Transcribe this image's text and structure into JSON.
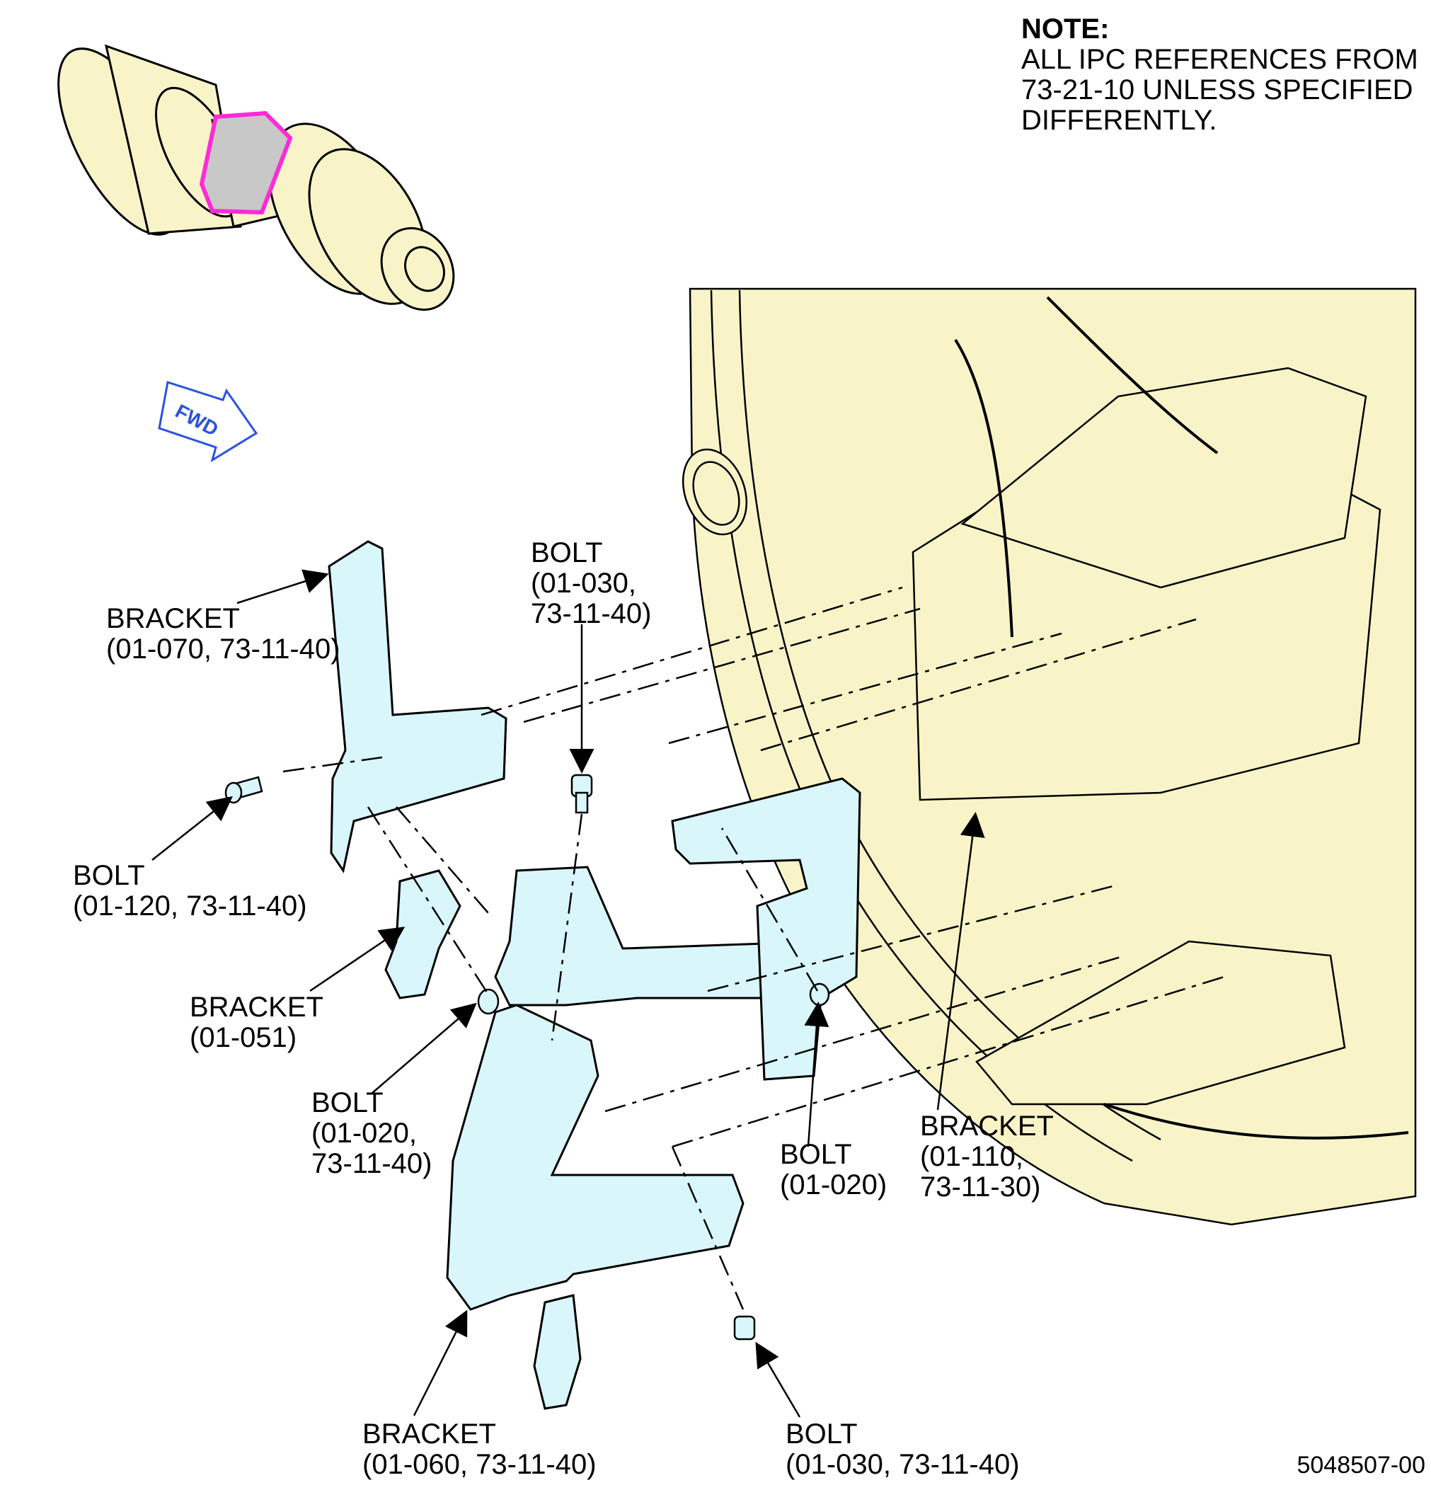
{
  "note": {
    "heading": "NOTE:",
    "body": "ALL IPC REFERENCES FROM\n73-21-10 UNLESS SPECIFIED\nDIFFERENTLY."
  },
  "fwd_label": "FWD",
  "callouts": {
    "bracket_070": "BRACKET\n(01-070, 73-11-40)",
    "bolt_030_top": "BOLT\n(01-030,\n73-11-40)",
    "bolt_120": "BOLT\n(01-120, 73-11-40)",
    "bracket_051": "BRACKET\n(01-051)",
    "bolt_020_left": "BOLT\n(01-020,\n73-11-40)",
    "bolt_020_right": "BOLT\n(01-020)",
    "bracket_110": "BRACKET\n(01-110,\n73-11-30)",
    "bracket_060": "BRACKET\n(01-060, 73-11-40)",
    "bolt_030_bottom": "BOLT\n(01-030, 73-11-40)"
  },
  "figure_number": "5048507-00",
  "colors": {
    "engine": "#f8f4c8",
    "bracket": "#d9f6fb",
    "highlight": "#ff2bd6",
    "highlight_fill": "#c8c8c8",
    "fwd_arrow": "#2a52e0"
  }
}
